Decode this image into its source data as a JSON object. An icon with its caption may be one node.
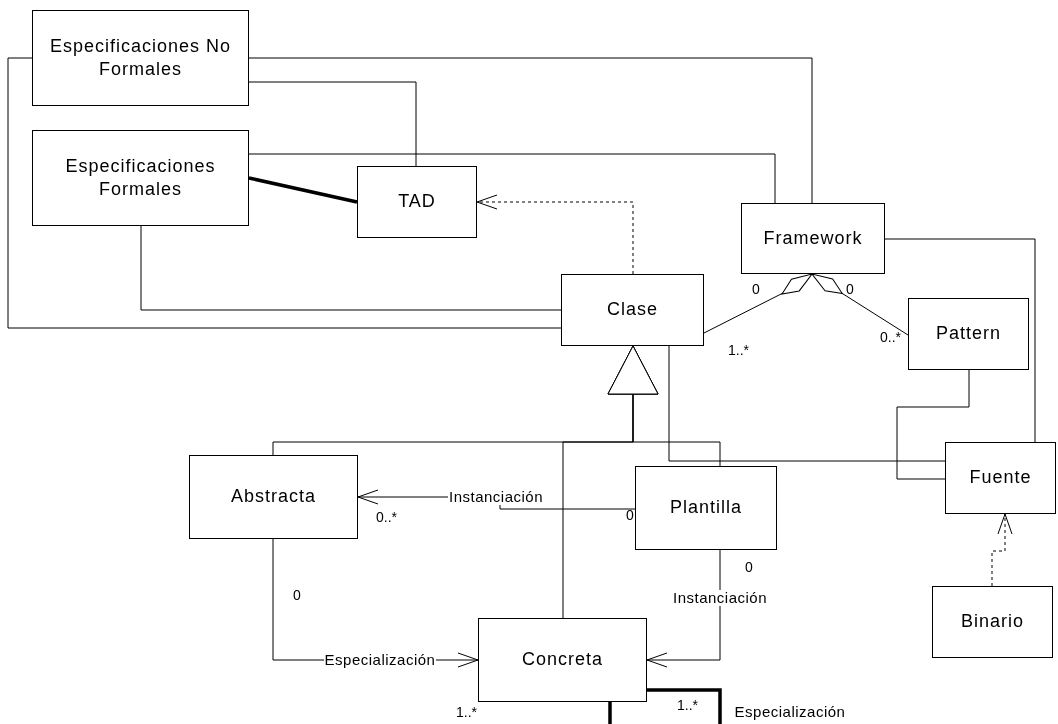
{
  "diagram": {
    "nodes": [
      {
        "text": [
          "Especificaciones No Formales"
        ]
      },
      {
        "text": [
          "Especificaciones Formales"
        ]
      },
      {
        "text": [
          "TAD"
        ]
      },
      {
        "text": [
          "Framework"
        ]
      },
      {
        "text": [
          "Clase"
        ]
      },
      {
        "text": [
          "Pattern"
        ]
      },
      {
        "text": [
          "Abstracta"
        ]
      },
      {
        "text": [
          "Plantilla"
        ]
      },
      {
        "text": [
          "Fuente"
        ]
      },
      {
        "text": [
          "Binario"
        ]
      },
      {
        "text": [
          "Concreta"
        ]
      }
    ],
    "edges": [
      {
        "from": 0,
        "to": 3,
        "arrow": "none"
      },
      {
        "from": 0,
        "to": 2,
        "arrow": "none"
      },
      {
        "from": 0,
        "to": 4,
        "arrow": "none"
      },
      {
        "from": 1,
        "to": 3,
        "arrow": "none"
      },
      {
        "from": 1,
        "to": 2,
        "arrow": "none",
        "style": "thick"
      },
      {
        "from": 1,
        "to": 4,
        "arrow": "none"
      },
      {
        "from": 4,
        "to": 2,
        "arrow": "to",
        "style": "dashed"
      },
      {
        "from": 4,
        "to": 3,
        "arrow": "other"
      },
      {
        "from": 5,
        "to": 3,
        "arrow": "other"
      },
      {
        "from": 3,
        "to": 8,
        "arrow": "none"
      },
      {
        "from": 5,
        "to": 8,
        "arrow": "none"
      },
      {
        "from": 4,
        "to": 8,
        "arrow": "none"
      },
      {
        "from": 6,
        "to": 4,
        "arrow": "to"
      },
      {
        "from": 10,
        "to": 4,
        "arrow": "to"
      },
      {
        "from": 7,
        "to": 4,
        "arrow": "to"
      },
      {
        "from": 7,
        "to": 6,
        "arrow": "to",
        "label": "Instanciación"
      },
      {
        "from": 7,
        "to": 10,
        "arrow": "to",
        "label": "Instanciación"
      },
      {
        "from": 6,
        "to": 10,
        "arrow": "to",
        "label": "Especialización"
      },
      {
        "from": 10,
        "to": 10,
        "arrow": "none",
        "style": "thick",
        "label": "Especialización"
      },
      {
        "from": 9,
        "to": 8,
        "arrow": "to",
        "style": "dashed"
      }
    ],
    "labels": [
      "0",
      "0",
      "0..*",
      "1..*",
      "0..*",
      "0",
      "0",
      "0",
      "1..*",
      "1..*"
    ]
  }
}
